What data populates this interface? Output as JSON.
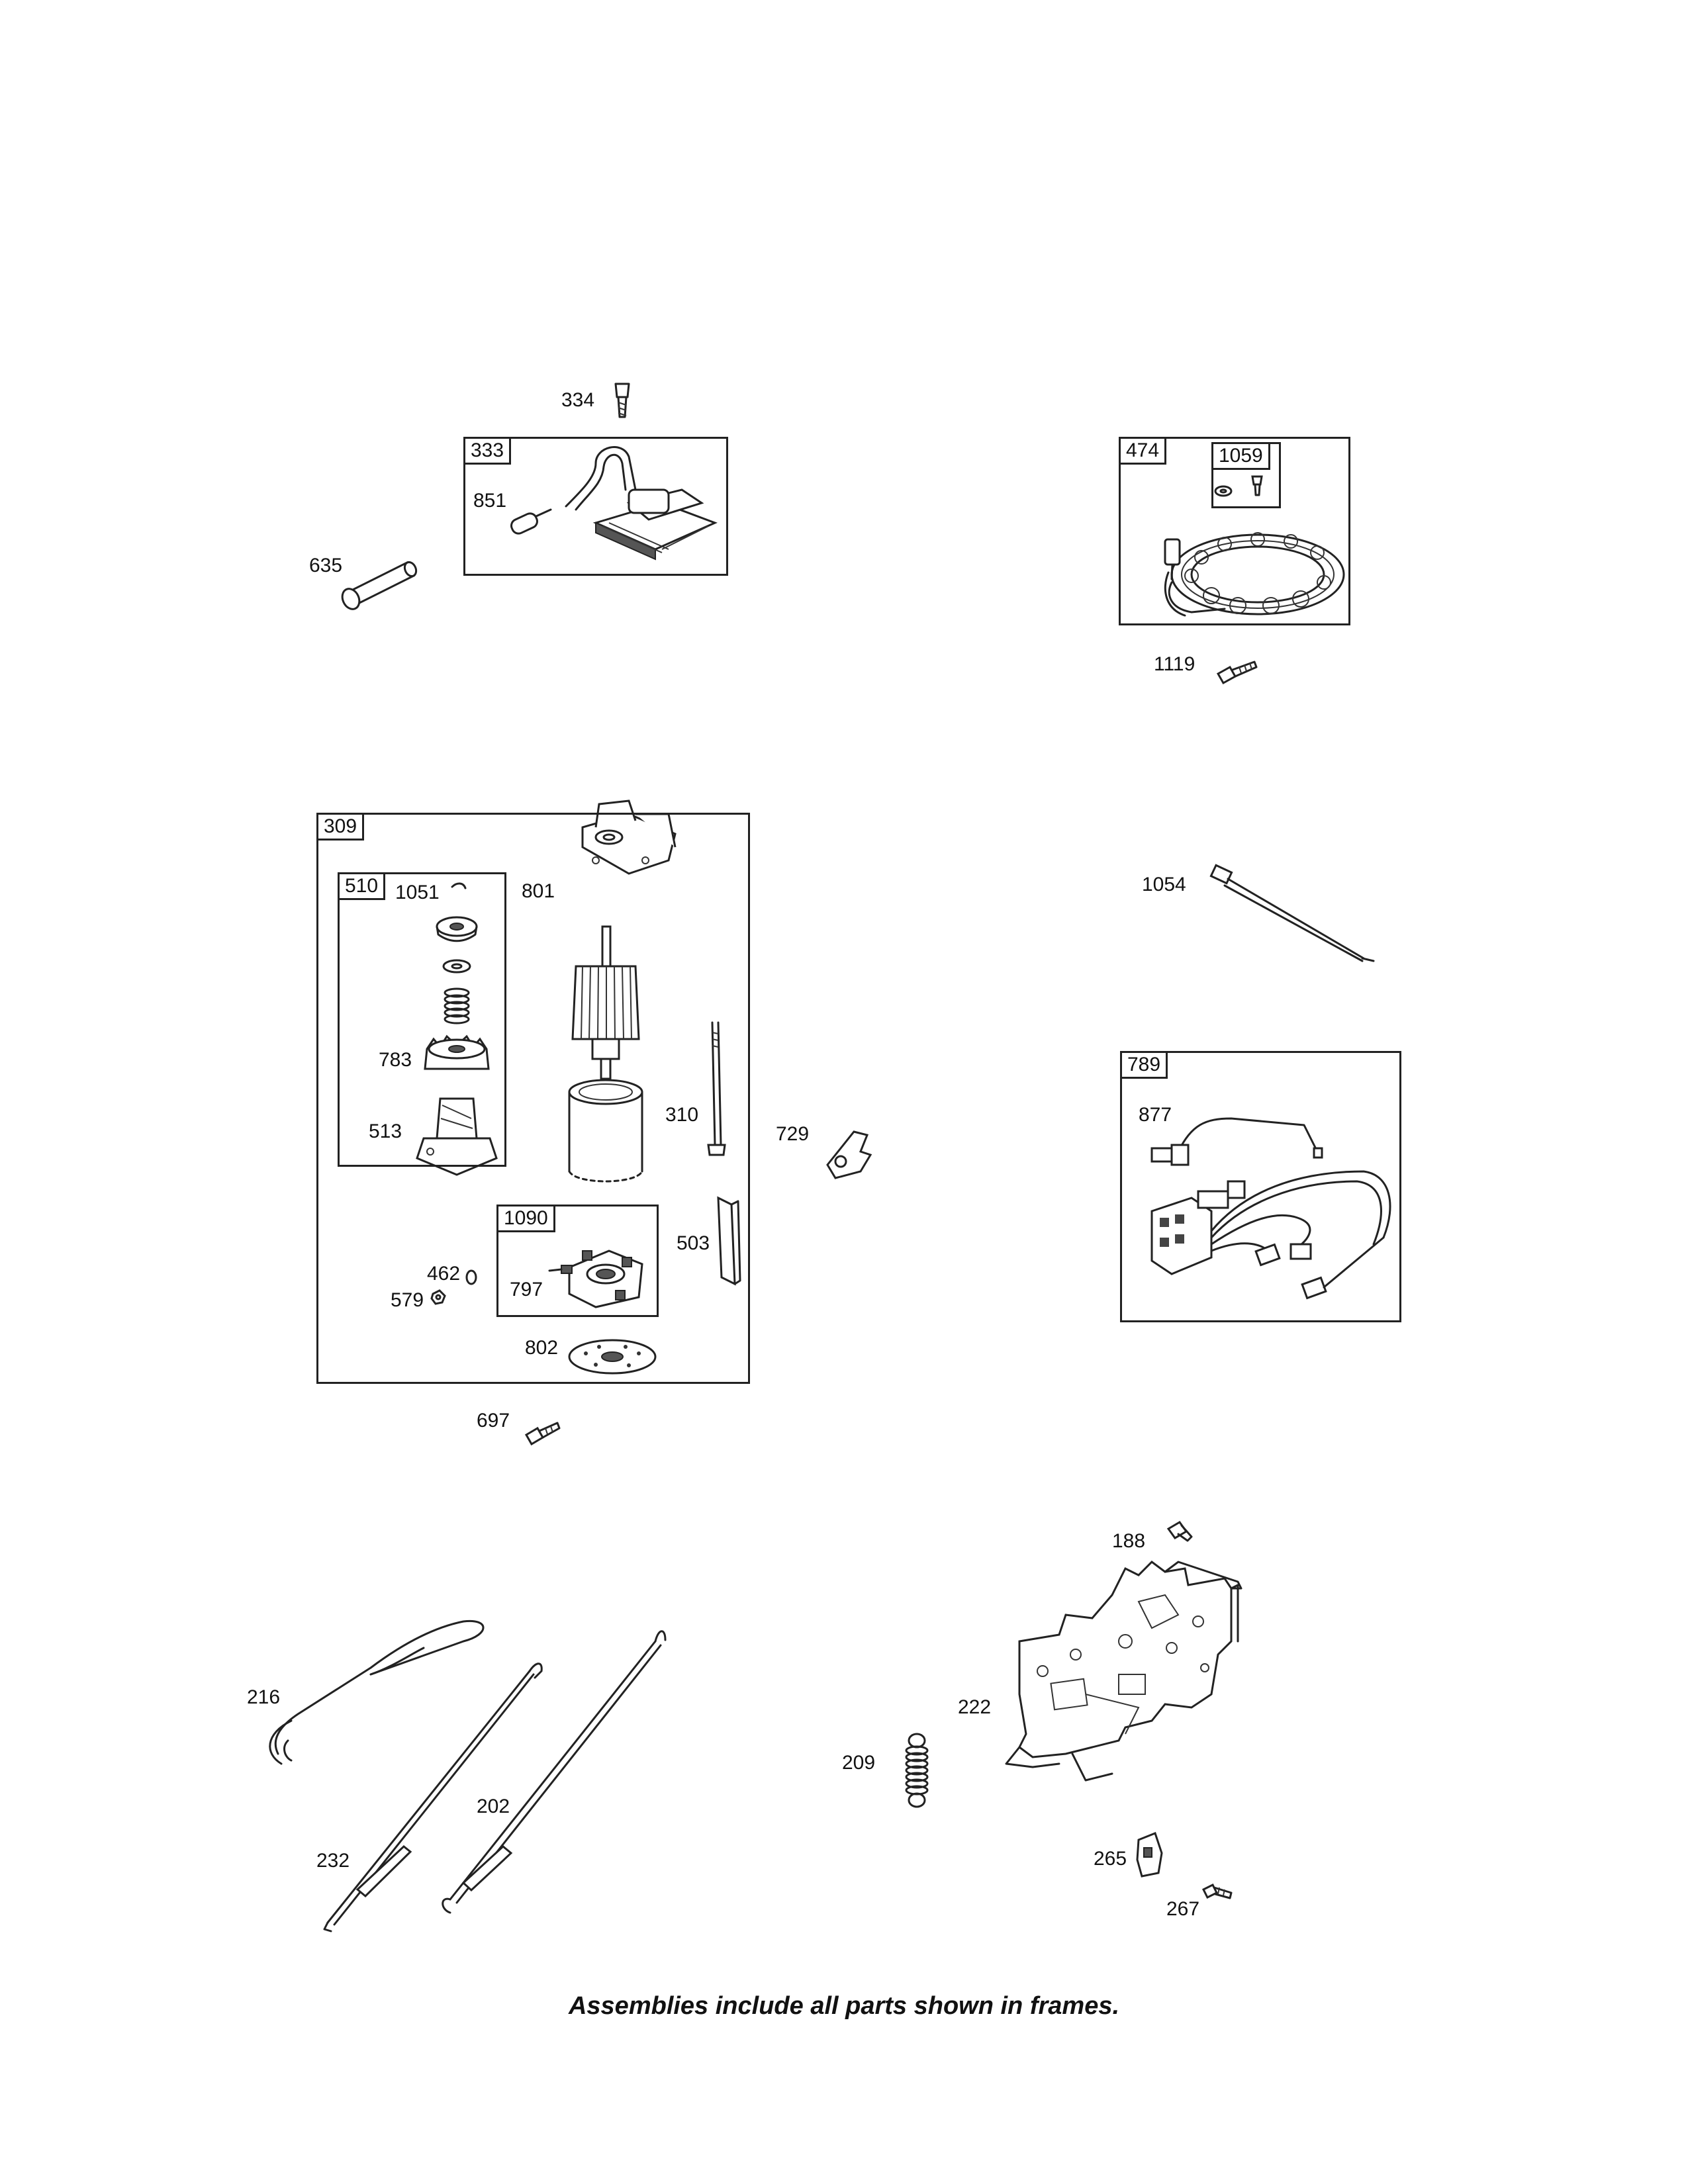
{
  "caption": "Assemblies include all parts shown in frames.",
  "frames": {
    "f333": "333",
    "f474": "474",
    "f1059": "1059",
    "f309": "309",
    "f510": "510",
    "f1090": "1090",
    "f789": "789"
  },
  "parts": {
    "p334": "334",
    "p851": "851",
    "p635": "635",
    "p1119": "1119",
    "p1051": "1051",
    "p801": "801",
    "p783": "783",
    "p513": "513",
    "p310": "310",
    "p729": "729",
    "p462": "462",
    "p579": "579",
    "p797": "797",
    "p503": "503",
    "p802": "802",
    "p697": "697",
    "p1054": "1054",
    "p877": "877",
    "p188": "188",
    "p216": "216",
    "p222": "222",
    "p209": "209",
    "p202": "202",
    "p232": "232",
    "p265": "265",
    "p267": "267"
  }
}
